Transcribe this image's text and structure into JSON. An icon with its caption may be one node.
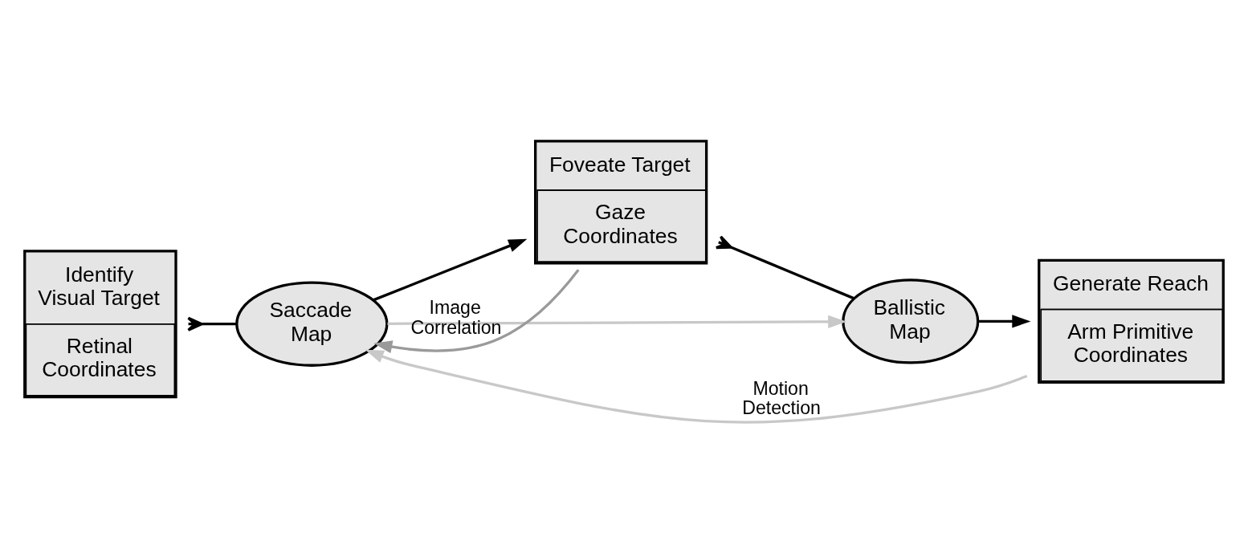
{
  "diagram": {
    "nodes": [
      {
        "text": [
          "Identify Visual Target",
          "Retinal Coordinates"
        ]
      },
      {
        "text": [
          "Saccade Map"
        ]
      },
      {
        "text": [
          "Foveate Target",
          "Gaze Coordinates"
        ]
      },
      {
        "text": [
          "Ballistic Map"
        ]
      },
      {
        "text": [
          "Generate Reach",
          "Arm Primitive Coordinates"
        ]
      }
    ],
    "edges": [
      {
        "from": 0,
        "to": 1,
        "arrow": "other"
      },
      {
        "from": 1,
        "to": 2,
        "arrow": "to"
      },
      {
        "from": 2,
        "to": 3,
        "arrow": "other"
      },
      {
        "from": 3,
        "to": 4,
        "arrow": "to"
      },
      {
        "from": 1,
        "to": 3,
        "arrow": "to",
        "color": "#c8c8c8"
      },
      {
        "from": 2,
        "to": 1,
        "arrow": "to",
        "label": "Image Correlation",
        "color": "#9a9a9a"
      },
      {
        "from": 4,
        "to": 1,
        "arrow": "to",
        "label": "Motion Detection",
        "color": "#c8c8c8"
      }
    ]
  }
}
